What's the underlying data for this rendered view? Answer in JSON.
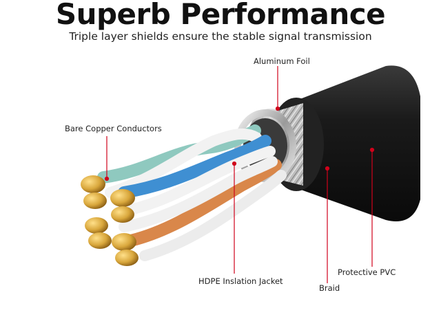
{
  "header": {
    "title": "Superb Performance",
    "subtitle": "Triple layer shields ensure the stable signal transmission"
  },
  "labels": {
    "aluminum_foil": "Aluminum Foil",
    "bare_copper": "Bare Copper Conductors",
    "hdpe_jacket": "HDPE Inslation Jacket",
    "braid": "Braid",
    "protective_pvc": "Protective PVC"
  },
  "colors": {
    "callout_red": "#d0021b",
    "outer_jacket": "#1a1a1a",
    "braid_silver": "#b8b8b8",
    "copper": "#d9a73c",
    "pair_teal": "#8fc9bf",
    "pair_blue": "#3f8fd2",
    "pair_orange": "#d9874a",
    "pair_white": "#f2f2f2"
  }
}
